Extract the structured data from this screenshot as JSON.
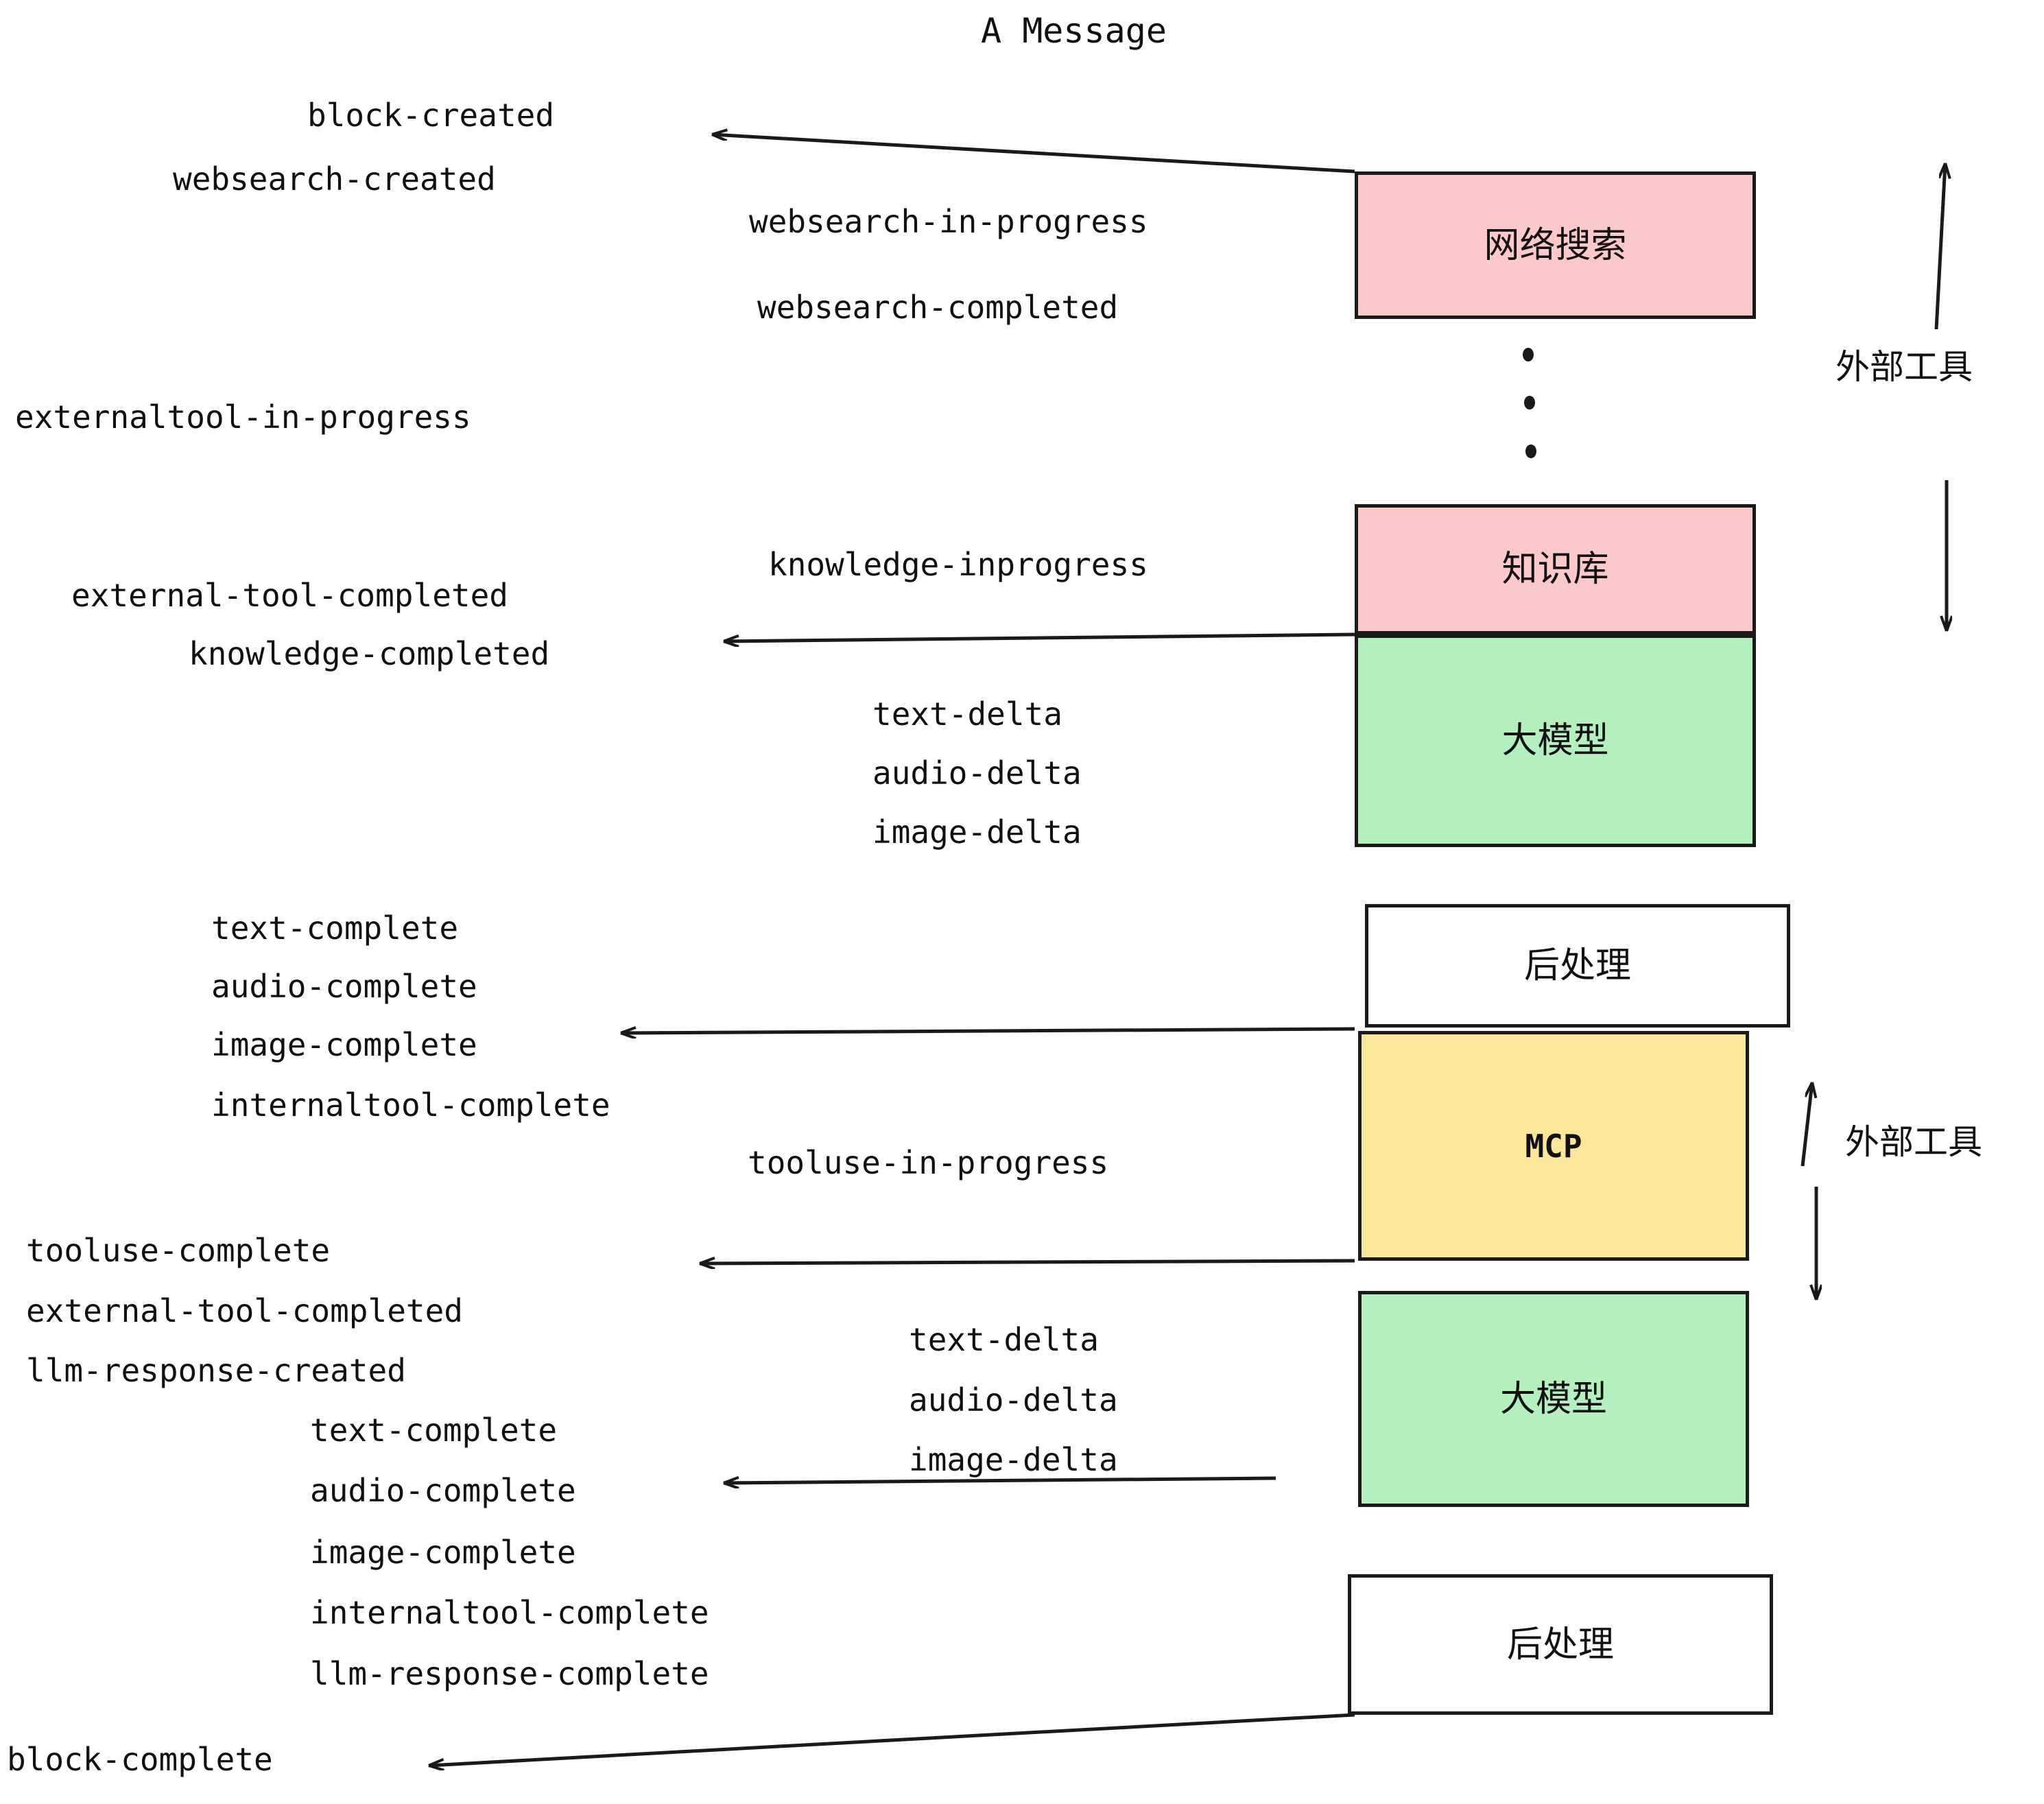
{
  "diagram": {
    "title": "A Message",
    "colors": {
      "pink": "#FBC9C9",
      "green": "#B4F0BE",
      "yellow": "#FBE79A",
      "white": "#FFFFFF",
      "stroke": "#1A1A1A",
      "text": "#111111"
    },
    "boxes": [
      {
        "id": "websearch",
        "label": "网络搜索",
        "fill": "pink"
      },
      {
        "id": "knowledgebase",
        "label": "知识库",
        "fill": "pink"
      },
      {
        "id": "llm-1",
        "label": "大模型",
        "fill": "green"
      },
      {
        "id": "postprocess-1",
        "label": "后处理",
        "fill": "white"
      },
      {
        "id": "mcp",
        "label": "MCP",
        "fill": "yellow"
      },
      {
        "id": "llm-2",
        "label": "大模型",
        "fill": "green"
      },
      {
        "id": "postprocess-2",
        "label": "后处理",
        "fill": "white"
      }
    ],
    "side_annotations": [
      {
        "id": "external-tools-top",
        "label": "外部工具"
      },
      {
        "id": "external-tools-bottom",
        "label": "外部工具"
      }
    ],
    "ellipsis_dots": 3,
    "events": {
      "block_created": "block-created",
      "websearch_created": "websearch-created",
      "websearch_in_progress": "websearch-in-progress",
      "websearch_completed": "websearch-completed",
      "externaltool_in_progress": "externaltool-in-progress",
      "knowledge_inprogress": "knowledge-inprogress",
      "external_tool_completed_1": "external-tool-completed",
      "knowledge_completed": "knowledge-completed",
      "text_delta_1": "text-delta",
      "audio_delta_1": "audio-delta",
      "image_delta_1": "image-delta",
      "text_complete_1": "text-complete",
      "audio_complete_1": "audio-complete",
      "image_complete_1": "image-complete",
      "internaltool_complete_1": "internaltool-complete",
      "tooluse_in_progress": "tooluse-in-progress",
      "tooluse_complete": "tooluse-complete",
      "external_tool_completed_2": "external-tool-completed",
      "llm_response_created": "llm-response-created",
      "text_delta_2": "text-delta",
      "audio_delta_2": "audio-delta",
      "image_delta_2": "image-delta",
      "text_complete_2": "text-complete",
      "audio_complete_2": "audio-complete",
      "image_complete_2": "image-complete",
      "internaltool_complete_2": "internaltool-complete",
      "llm_response_complete": "llm-response-complete",
      "block_complete": "block-complete"
    }
  }
}
